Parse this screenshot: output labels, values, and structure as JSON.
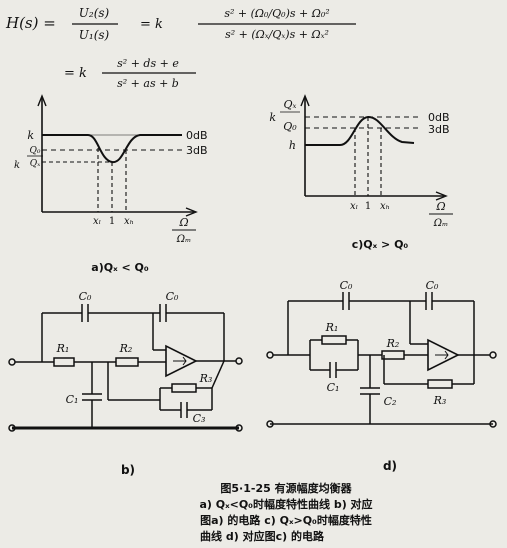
{
  "formula": {
    "line1_lhs": "H(s) = ",
    "frac1_num": "U₂(s)",
    "frac1_den": "U₁(s)",
    "eq1": "= k",
    "frac2_num": "s² + (Ω₀/Q₀)s + Ω₀²",
    "frac2_den": "s² + (Ωₓ/Qₓ)s + Ωₓ²",
    "line2_eq": "= k",
    "frac3_num": "s² + ds + e",
    "frac3_den": "s² + as + b"
  },
  "graph_a": {
    "y_k": "k",
    "y_q0": "Q₀",
    "y_qx": "Qₓ",
    "y_k2": "k",
    "label_0db": "0dB",
    "label_3db": "3dB",
    "x_l": "xₗ",
    "x_1": "1",
    "x_h": "xₕ",
    "axis_num": "Ω",
    "axis_den": "Ωₘ",
    "caption": "a)Qₓ < Q₀"
  },
  "graph_c": {
    "y_qx": "Qₓ",
    "y_k": "k",
    "y_q0": "Q₀",
    "y_h": "h",
    "label_0db": "0dB",
    "label_3db": "3dB",
    "x_l": "xₗ",
    "x_1": "1",
    "x_h": "xₕ",
    "axis_num": "Ω",
    "axis_den": "Ωₘ",
    "caption": "c)Qₓ > Q₀"
  },
  "circuit_b": {
    "c0_left": "C₀",
    "c0_right": "C₀",
    "r1": "R₁",
    "r2": "R₂",
    "r3": "R₃",
    "c1": "C₁",
    "c3": "C₃",
    "caption": "b)"
  },
  "circuit_d": {
    "c0_left": "C₀",
    "c0_right": "C₀",
    "r1": "R₁",
    "r2": "R₂",
    "r3": "R₃",
    "c1": "C₁",
    "c2": "C₂",
    "caption": "d)"
  },
  "figure_caption": {
    "line1": "图5·1-25  有源幅度均衡器",
    "line2": "a) Qₓ<Q₀时幅度特性曲线  b) 对应",
    "line3": "图a) 的电路   c) Qₓ>Q₀时幅度特性",
    "line4": "曲线   d) 对应图c) 的电路"
  }
}
